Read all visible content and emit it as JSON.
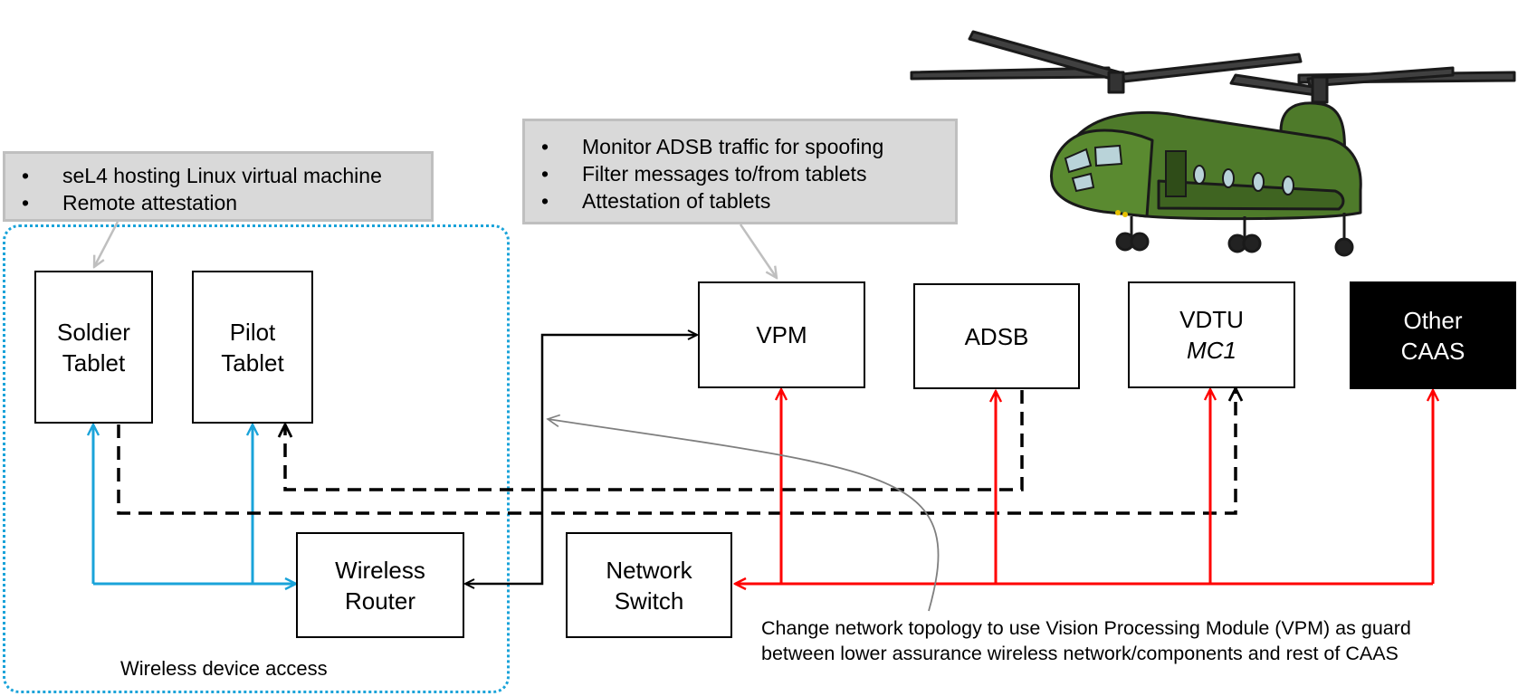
{
  "callouts": {
    "sel4": [
      "seL4 hosting Linux virtual machine",
      "Remote attestation"
    ],
    "vpm": [
      "Monitor ADSB traffic for spoofing",
      "Filter messages to/from tablets",
      "Attestation of tablets"
    ]
  },
  "boxes": {
    "soldier_tablet": [
      "Soldier",
      "Tablet"
    ],
    "pilot_tablet": [
      "Pilot",
      "Tablet"
    ],
    "wireless_router": [
      "Wireless",
      "Router"
    ],
    "network_switch": [
      "Network",
      "Switch"
    ],
    "vpm": "VPM",
    "adsb": "ADSB",
    "vdtu": [
      "VDTU",
      "MC1"
    ],
    "other_caas": [
      "Other",
      "CAAS"
    ]
  },
  "group_label": "Wireless device access",
  "annotation": [
    "Change network topology to use Vision Processing Module (VPM) as guard",
    "between lower assurance wireless network/components and rest of CAAS"
  ],
  "colors": {
    "wireless_links": "#1aa3d9",
    "wired_links": "#ff0000",
    "guarded_links": "#000000",
    "callout_fill": "#d9d9d9",
    "helicopter": "#4e7a2a"
  }
}
